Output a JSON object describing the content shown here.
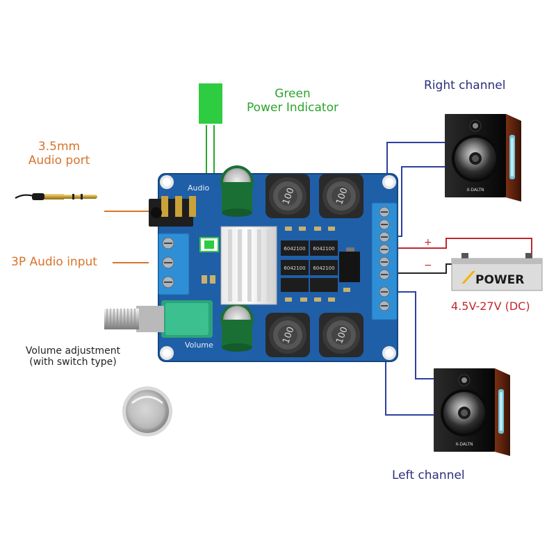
{
  "colors": {
    "board": "#1f5fa8",
    "board_edge": "#15467f",
    "terminal": "#2f8fd6",
    "wire_blue": "#2c3fa0",
    "wire_dark": "#222222",
    "wire_red": "#c0272d",
    "green_led": "#2ecc40",
    "orange_text": "#d8732a",
    "green_text": "#2aa52a",
    "navy_text": "#2b2f7a",
    "power_accent": "#f2b400"
  },
  "labels": {
    "indicator": [
      "Green",
      "Power Indicator"
    ],
    "audio_port": [
      "3.5mm",
      "Audio port"
    ],
    "audio_input": "3P Audio input",
    "volume_adjustment": [
      "Volume adjustment",
      "(with switch type)"
    ],
    "right_channel": "Right channel",
    "left_channel": "Left channel",
    "voltage": "4.5V-27V (DC)",
    "battery": "POWER",
    "polarity_plus": "+",
    "polarity_minus": "−",
    "board_audio": "Audio",
    "board_volume": "Volume",
    "inductor_value": "100",
    "chip_text": "6042100"
  },
  "icons": [
    "audio-jack-plug-icon",
    "speaker-icon",
    "battery-icon",
    "knob-cap-icon",
    "potentiometer-icon"
  ]
}
